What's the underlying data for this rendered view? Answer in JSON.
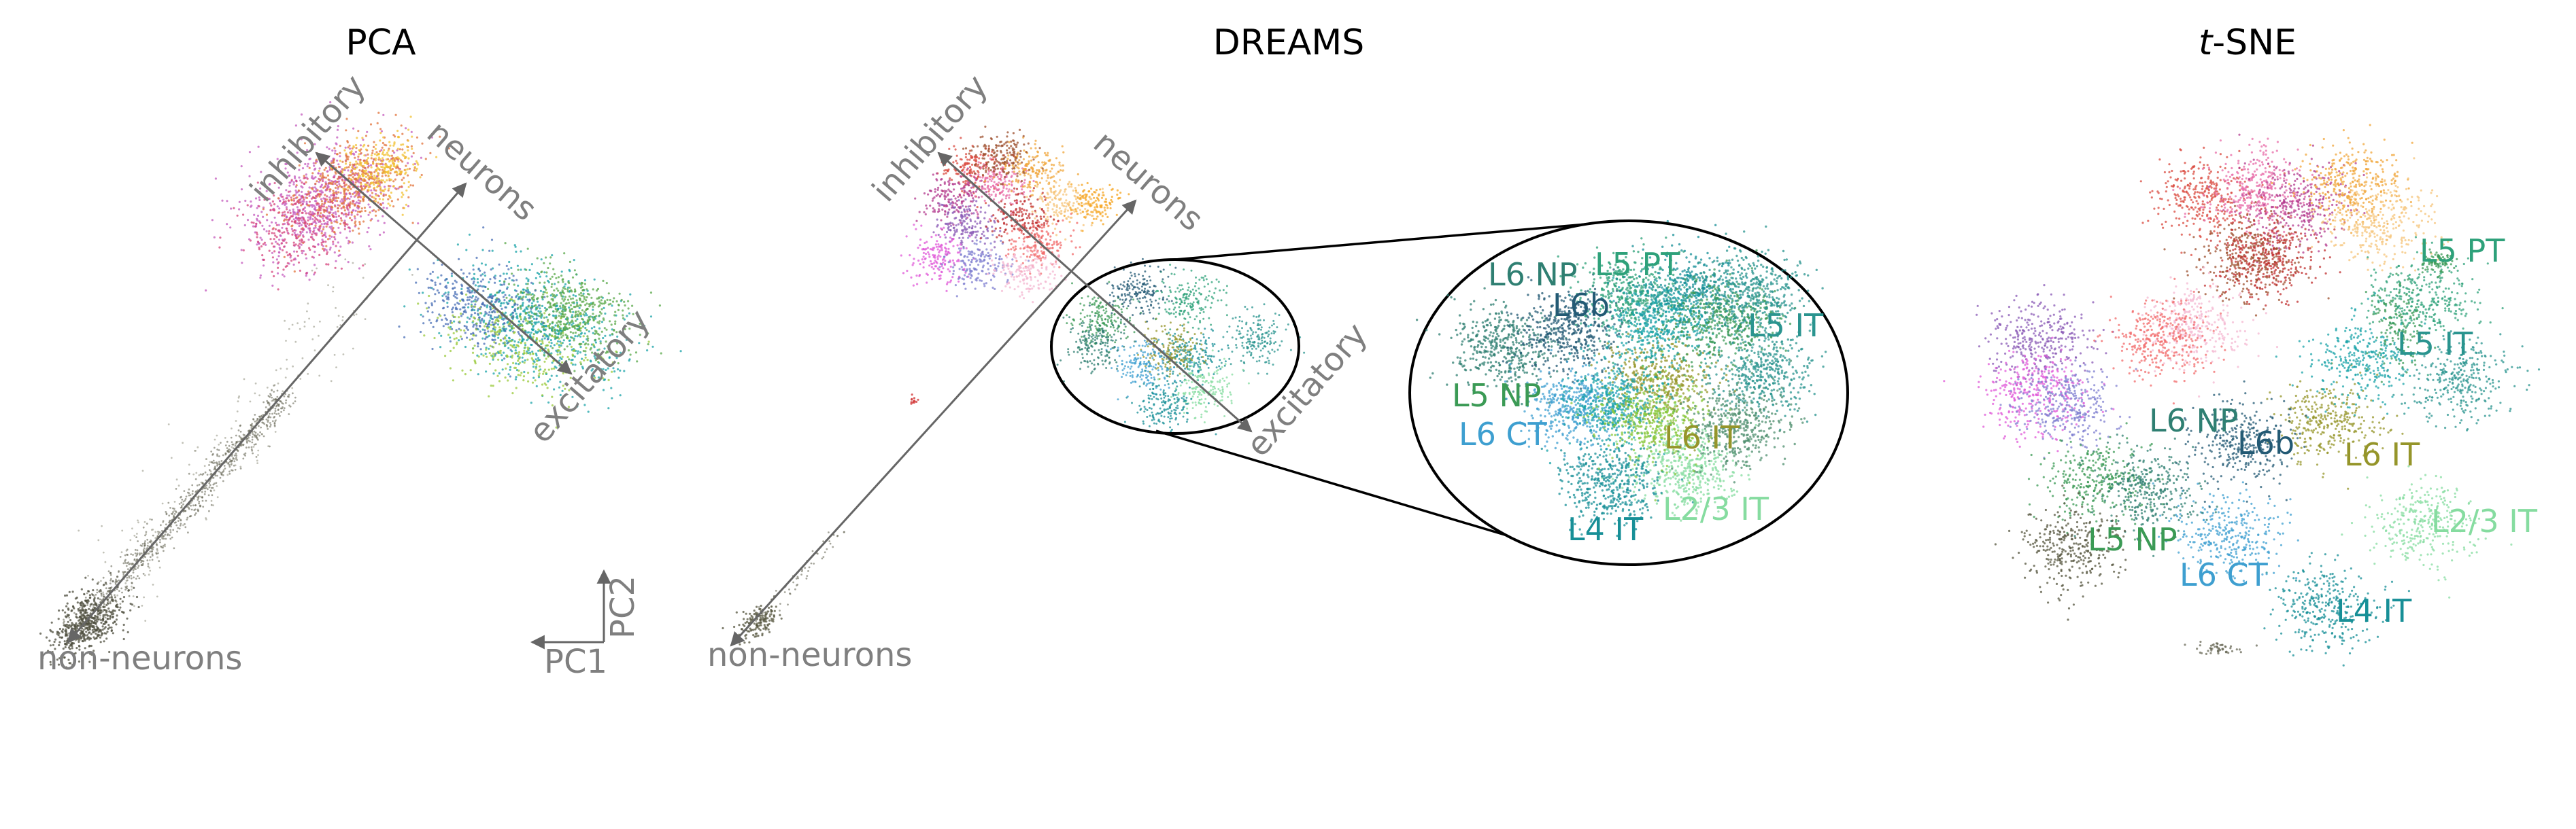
{
  "figure": {
    "colors": {
      "annotation": "#7f7f7f",
      "arrow": "#666666",
      "zoom_outline": "#000000"
    }
  },
  "chart_data": [
    {
      "type": "scatter",
      "title": "PCA",
      "xlabel": "PC1",
      "ylabel": "PC2",
      "annotations": [
        "inhibitory",
        "neurons",
        "excitatory",
        "non-neurons"
      ],
      "grid": false,
      "legend": "none"
    },
    {
      "type": "scatter",
      "title": "DREAMS",
      "annotations": [
        "inhibitory",
        "neurons",
        "excitatory",
        "non-neurons"
      ],
      "inset_labels": [
        {
          "text": "L6 NP",
          "color": "#2f7f72"
        },
        {
          "text": "L5 PT",
          "color": "#2ea17a"
        },
        {
          "text": "L6b",
          "color": "#235a74"
        },
        {
          "text": "L5 IT",
          "color": "#2a948f"
        },
        {
          "text": "L5 NP",
          "color": "#3b9a55"
        },
        {
          "text": "L6 CT",
          "color": "#3e9fd0"
        },
        {
          "text": "L6 IT",
          "color": "#95952a"
        },
        {
          "text": "L4 IT",
          "color": "#178f97"
        },
        {
          "text": "L2/3 IT",
          "color": "#86dca0"
        }
      ],
      "grid": false,
      "legend": "none"
    },
    {
      "type": "scatter",
      "title_prefix": "t",
      "title": "-SNE",
      "cluster_labels": [
        {
          "text": "L5 PT",
          "color": "#2ea17a"
        },
        {
          "text": "L5 IT",
          "color": "#2a948f"
        },
        {
          "text": "L6 NP",
          "color": "#2f7f72"
        },
        {
          "text": "L6b",
          "color": "#235a74"
        },
        {
          "text": "L6 IT",
          "color": "#95952a"
        },
        {
          "text": "L2/3 IT",
          "color": "#86dca0"
        },
        {
          "text": "L5 NP",
          "color": "#3b9a55"
        },
        {
          "text": "L6 CT",
          "color": "#3e9fd0"
        },
        {
          "text": "L4 IT",
          "color": "#178f97"
        }
      ],
      "grid": false,
      "legend": "none"
    }
  ]
}
